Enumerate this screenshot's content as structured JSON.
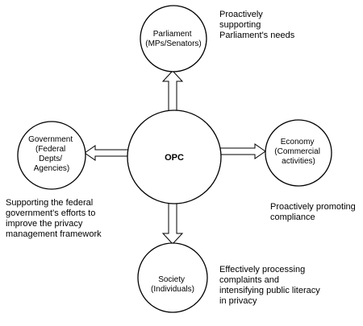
{
  "center": {
    "label": "OPC"
  },
  "nodes": {
    "parliament": {
      "lines": [
        "Parliament",
        "(MPs/Senators)"
      ]
    },
    "government": {
      "lines": [
        "Government",
        "(Federal",
        "Depts/",
        "Agencies)"
      ]
    },
    "economy": {
      "lines": [
        "Economy",
        "(Commercial",
        "activities)"
      ]
    },
    "society": {
      "lines": [
        "Society",
        "(Individuals)"
      ]
    }
  },
  "notes": {
    "parliament": [
      "Proactively",
      "supporting",
      "Parliament's needs"
    ],
    "government": [
      "Supporting the federal",
      "government's efforts to",
      "improve the privacy",
      "management framework"
    ],
    "economy": [
      "Proactively promoting",
      "compliance"
    ],
    "society": [
      "Effectively processing",
      "complaints and",
      "intensifying public literacy",
      "in privacy"
    ]
  },
  "colors": {
    "stroke": "#000000",
    "fill": "#ffffff"
  }
}
